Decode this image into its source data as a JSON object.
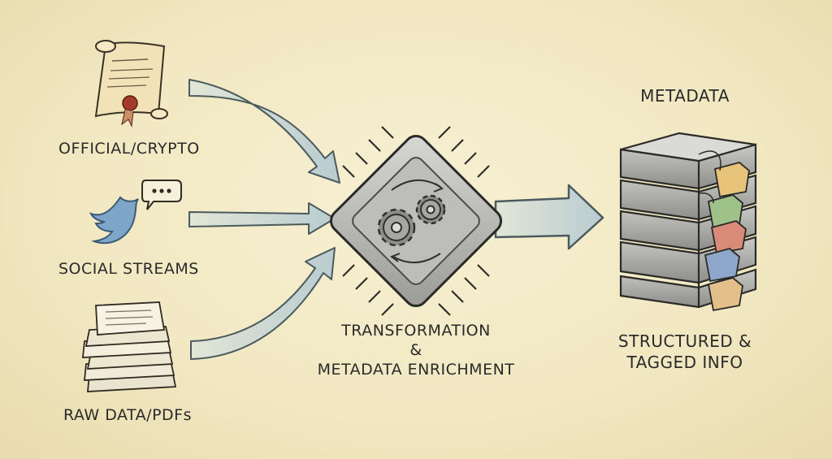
{
  "sources": [
    {
      "label": "OFFICIAL/CRYPTO",
      "icon": "certificate-scroll-icon"
    },
    {
      "label": "SOCIAL STREAMS",
      "icon": "bird-icon"
    },
    {
      "label": "RAW DATA/PDFs",
      "icon": "paper-stack-icon"
    }
  ],
  "processor": {
    "line1": "TRANSFORMATION",
    "line2": "&",
    "line3": "METADATA ENRICHMENT",
    "icon": "gear-chip-icon"
  },
  "output": {
    "title": "METADATA",
    "line1": "STRUCTURED &",
    "line2": "TAGGED INFO",
    "icon": "tagged-server-stack-icon"
  },
  "colors": {
    "background": "#f3ebc8",
    "arrow_fill": "#c9d6d3",
    "ink": "#2a2a2a",
    "tags": [
      "#e8c47a",
      "#9fc18a",
      "#d98a78",
      "#8ea6c9",
      "#e3c08a"
    ]
  }
}
